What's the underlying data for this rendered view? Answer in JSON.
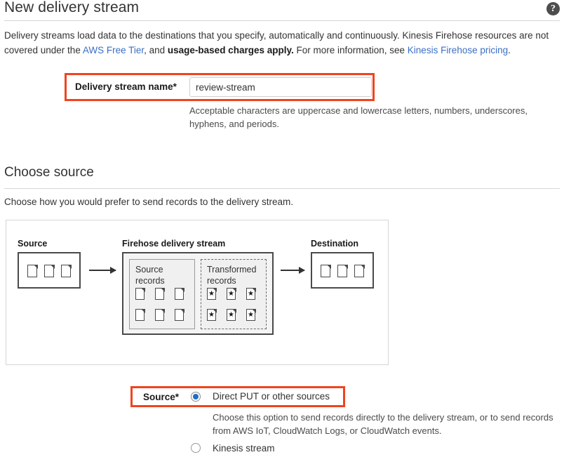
{
  "header": {
    "title": "New delivery stream",
    "help_icon": "question-mark-icon"
  },
  "intro": {
    "part1": "Delivery streams load data to the destinations that you specify, automatically and continuously. Kinesis Firehose resources are not covered under the ",
    "link1": "AWS Free Tier",
    "part2": ", and ",
    "bold1": "usage-based charges apply.",
    "part3": " For more information, see ",
    "link2": "Kinesis Firehose pricing",
    "part4": "."
  },
  "name_field": {
    "label": "Delivery stream name*",
    "value": "review-stream",
    "placeholder": "",
    "help": "Acceptable characters are uppercase and lowercase letters, numbers, underscores, hyphens, and periods."
  },
  "choose_source": {
    "title": "Choose source",
    "description": "Choose how you would prefer to send records to the delivery stream."
  },
  "diagram": {
    "source_caption": "Source",
    "firehose_caption": "Firehose delivery stream",
    "destination_caption": "Destination",
    "source_records_label": "Source records",
    "transformed_records_label": "Transformed records",
    "source_doc_count": 3,
    "destination_doc_count": 3,
    "source_records_doc_count": 6,
    "transformed_records_doc_count": 6,
    "star_glyph": "★"
  },
  "source_options": {
    "label": "Source*",
    "selected": "direct-put",
    "options": [
      {
        "id": "direct-put",
        "label": "Direct PUT or other sources",
        "description": "Choose this option to send records directly to the delivery stream, or to send records from AWS IoT, CloudWatch Logs, or CloudWatch events.",
        "checked": true
      },
      {
        "id": "kinesis-stream",
        "label": "Kinesis stream",
        "description": "",
        "checked": false
      }
    ]
  },
  "colors": {
    "highlight": "#f0441e",
    "link": "#3b6fc4",
    "radio_selected": "#1f6fc4",
    "text": "#333333",
    "border": "#d5d5d5"
  }
}
